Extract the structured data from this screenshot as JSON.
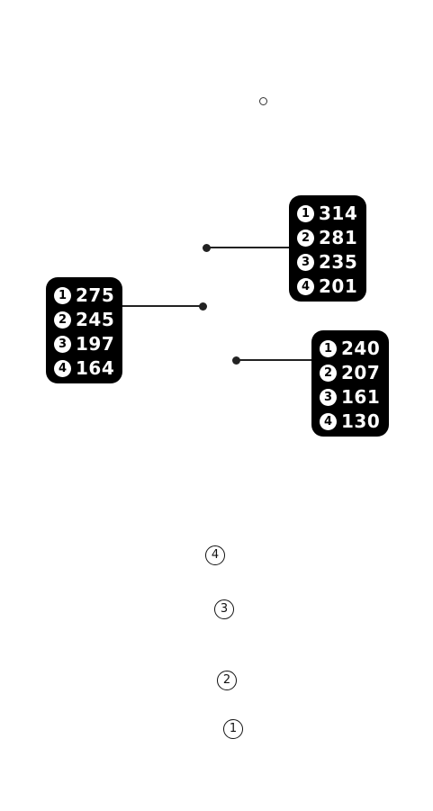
{
  "callouts": [
    {
      "id": "upper-right",
      "rows": [
        {
          "badge": "1",
          "value": "314"
        },
        {
          "badge": "2",
          "value": "281"
        },
        {
          "badge": "3",
          "value": "235"
        },
        {
          "badge": "4",
          "value": "201"
        }
      ]
    },
    {
      "id": "left",
      "rows": [
        {
          "badge": "1",
          "value": "275"
        },
        {
          "badge": "2",
          "value": "245"
        },
        {
          "badge": "3",
          "value": "197"
        },
        {
          "badge": "4",
          "value": "164"
        }
      ]
    },
    {
      "id": "lower-right",
      "rows": [
        {
          "badge": "1",
          "value": "240"
        },
        {
          "badge": "2",
          "value": "207"
        },
        {
          "badge": "3",
          "value": "161"
        },
        {
          "badge": "4",
          "value": "130"
        }
      ]
    }
  ],
  "level_markers": [
    {
      "label": "4"
    },
    {
      "label": "3"
    },
    {
      "label": "2"
    },
    {
      "label": "1"
    }
  ],
  "colors": {
    "callout_background": "#000000",
    "callout_text": "#ffffff",
    "leader_line": "#222222",
    "page_background": "#ffffff"
  }
}
